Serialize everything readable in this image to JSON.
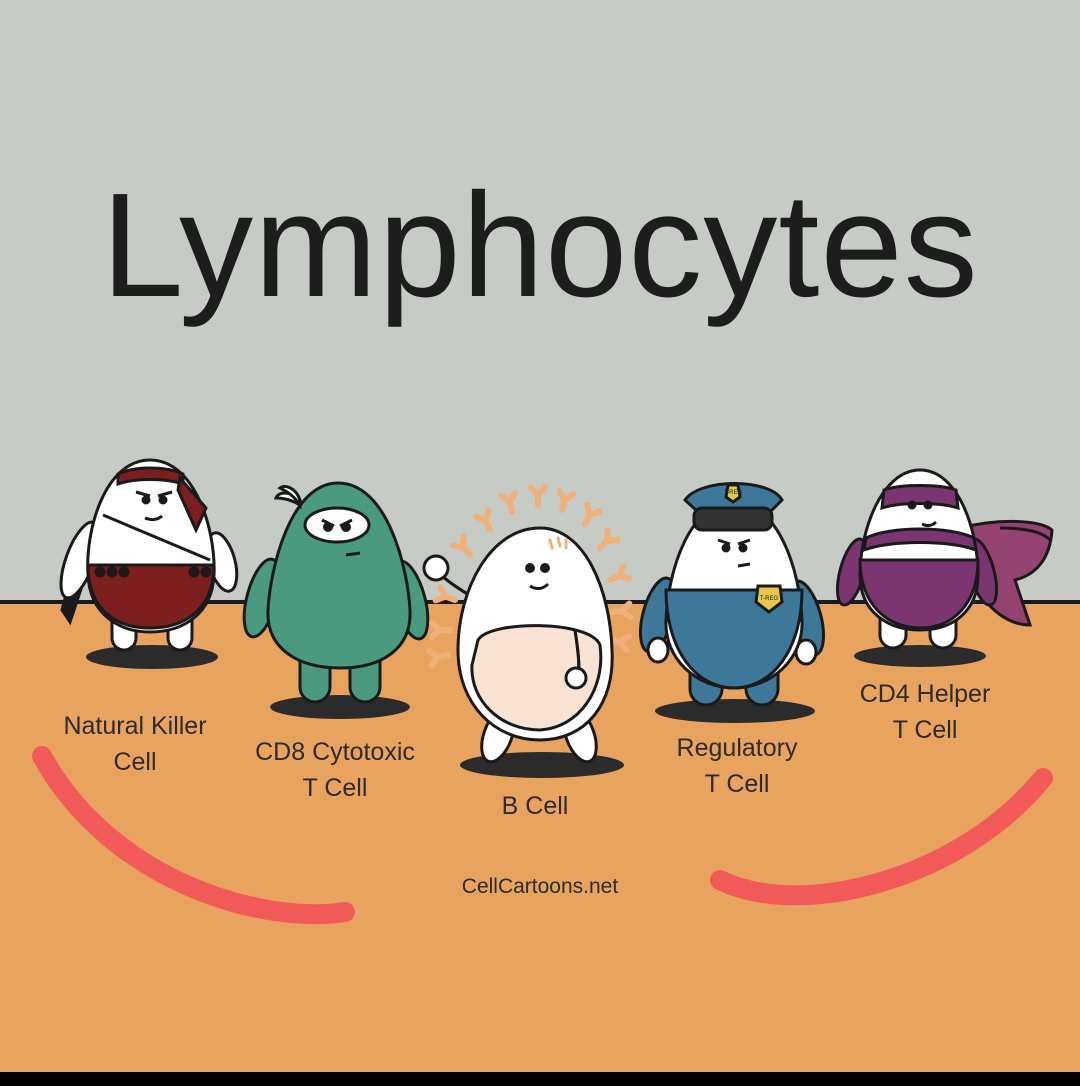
{
  "title": "Lymphocytes",
  "colors": {
    "wall": "#c6cbc5",
    "floor": "#e8a45f",
    "outline": "#1a1a1a",
    "highlight": "#f25a5a",
    "nk_body": "#7c1e1e",
    "cd8_body": "#4a9a80",
    "bcell_belly": "#f7e2d4",
    "antibody": "#f0b07a",
    "treg_uniform": "#3d7899",
    "cd4_body": "#7b3570",
    "cd4_cape": "#94426f"
  },
  "cells": [
    {
      "id": "natural-killer",
      "label_lines": [
        "Natural Killer",
        "Cell"
      ]
    },
    {
      "id": "cd8-cytotoxic",
      "label_lines": [
        "CD8 Cytotoxic",
        "T Cell"
      ]
    },
    {
      "id": "b-cell",
      "label_lines": [
        "B Cell"
      ]
    },
    {
      "id": "regulatory",
      "label_lines": [
        "Regulatory",
        "T Cell"
      ],
      "badge_text": "T-REG"
    },
    {
      "id": "cd4-helper",
      "label_lines": [
        "CD4 Helper",
        "T Cell"
      ]
    }
  ],
  "credit": "CellCartoons.net"
}
